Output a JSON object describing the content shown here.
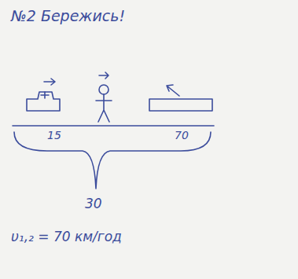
{
  "diagram": {
    "title": "№2 Бережись!",
    "labels": [
      "15",
      "70",
      "30",
      "υ₁,₂ = 70 км/год"
    ]
  }
}
